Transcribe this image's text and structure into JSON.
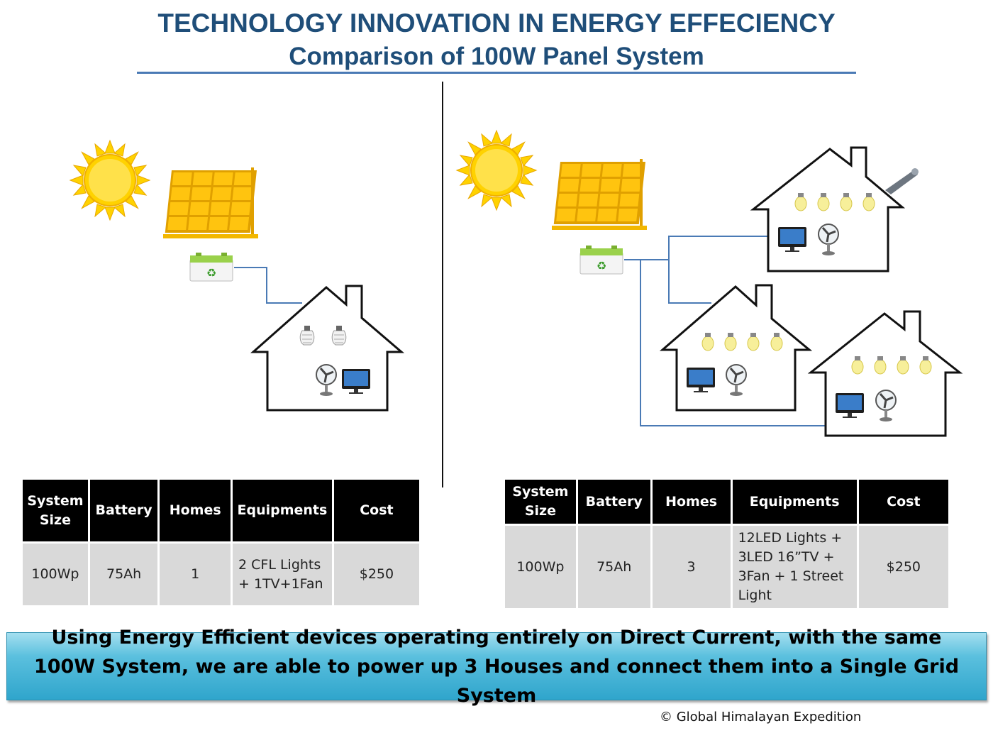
{
  "header": {
    "title": "TECHNOLOGY INNOVATION IN ENERGY EFFECIENCY",
    "subtitle": "Comparison of 100W Panel System"
  },
  "colors": {
    "title": "#1f4e79",
    "wire": "#4a7ab5",
    "sun": "#ffd200",
    "panel": "#f5b800",
    "table_header": "#000000",
    "table_cell": "#d9d9d9",
    "banner": "#3fb1d6"
  },
  "icons": [
    "sun-icon",
    "solar-panel-icon",
    "battery-icon",
    "recycle-icon",
    "house-icon",
    "cfl-bulb-icon",
    "led-bulb-icon",
    "fan-icon",
    "tv-icon",
    "street-light-icon"
  ],
  "left_table": {
    "headers": [
      "System Size",
      "Battery",
      "Homes",
      "Equipments",
      "Cost"
    ],
    "row": [
      "100Wp",
      "75Ah",
      "1",
      "2 CFL Lights + 1TV+1Fan",
      "$250"
    ]
  },
  "right_table": {
    "headers": [
      "System Size",
      "Battery",
      "Homes",
      "Equipments",
      "Cost"
    ],
    "row": [
      "100Wp",
      "75Ah",
      "3",
      "12LED Lights + 3LED 16”TV + 3Fan + 1 Street Light",
      "$250"
    ]
  },
  "banner": {
    "text": "Using Energy Efficient devices operating entirely on Direct Current, with the same 100W System, we are able to power up 3 Houses and connect them into a Single Grid System"
  },
  "footer": {
    "copyright": "© Global Himalayan Expedition"
  }
}
